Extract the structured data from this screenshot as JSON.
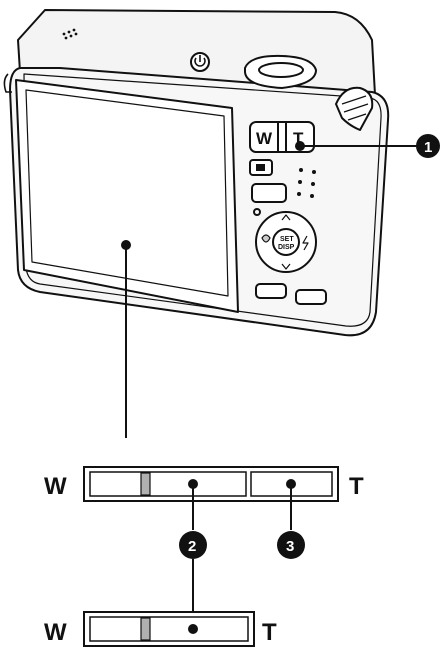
{
  "camera": {
    "zoom_button_wide": "W",
    "zoom_button_tele": "T",
    "center_button_line1": "SET",
    "center_button_line2": "DISP"
  },
  "zoom_bar_split": {
    "wide_label": "W",
    "tele_label": "T",
    "callout_optical": "2",
    "callout_digital": "3"
  },
  "zoom_bar_optical": {
    "wide_label": "W",
    "tele_label": "T"
  },
  "callout_camera_zoom": "1",
  "colors": {
    "stroke": "#111111",
    "body_light": "#f2f2f2",
    "indicator": "#b0b0b0"
  },
  "icons": [
    "power-icon",
    "speaker-grille-icon",
    "zoom-lever-icon",
    "playback-icon",
    "flash-icon",
    "macro-icon"
  ]
}
